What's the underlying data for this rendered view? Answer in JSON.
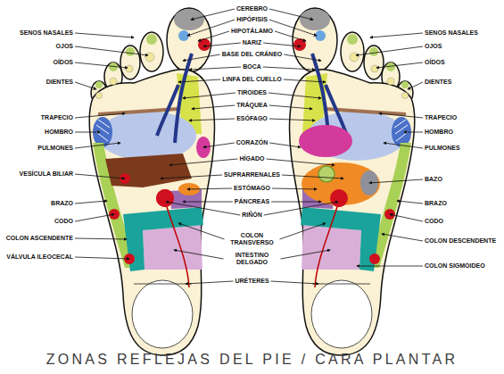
{
  "diagram": {
    "title": "ZONAS REFLEJAS DEL PIE / CARA PLANTAR",
    "labels": [
      "SENOS NASALES",
      "OJOS",
      "OÍDOS",
      "DIENTES",
      "TRAPECIO",
      "HOMBRO",
      "PULMONES",
      "VESÍCULA BILIAR",
      "BRAZO",
      "CODO",
      "COLON ASCENDENTE",
      "VÁLVULA ILEOCECAL",
      "CEREBRO",
      "HIPÓFISIS",
      "HIPOTÁLAMO",
      "NARIZ",
      "BASE DEL CRÁNEO",
      "BOCA",
      "LINFA DEL CUELLO",
      "TIROIDES",
      "TRÁQUEA",
      "ESÓFAGO",
      "CORAZÓN",
      "HÍGADO",
      "SUPRARRENALES",
      "ESTÓMAGO",
      "PÁNCREAS",
      "RIÑÓN",
      "COLON TRANSVERSO",
      "INTESTINO DELGADO",
      "URÉTERES",
      "SENOS NASALES",
      "OJOS",
      "OÍDOS",
      "DIENTES",
      "TRAPECIO",
      "HOMBRO",
      "PULMONES",
      "BAZO",
      "BRAZO",
      "CODO",
      "COLON DESCENDENTE",
      "COLON SIGMOIDEO"
    ]
  }
}
